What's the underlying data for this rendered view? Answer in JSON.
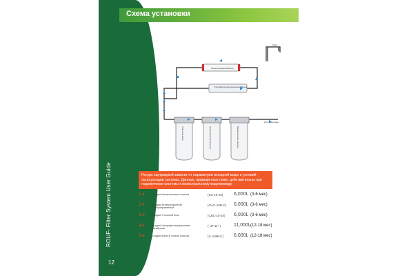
{
  "header": {
    "title": "Схема установки"
  },
  "sidebar": {
    "vertical_title": "ROUF- Filter System User Guide",
    "page_number": "12"
  },
  "diagram": {
    "labels": {
      "faucet": "Кран",
      "post_filter": "Фильтр-минерализатор",
      "membrane": "Ультрафильтрационная мембрана",
      "filter1": "Угольный блок",
      "filter2": "Гранулированный уголь",
      "filter3": "Механическая очистка",
      "source": "Исходная вода"
    }
  },
  "notice": {
    "text": "Ресурс картриджей зависит от параметров исходной воды и условий эксплуатации системы. Данные, приведенные ниже, действительны при подключении системы к магистральному водопроводу."
  },
  "stages": [
    {
      "num": "1-я",
      "desc": "стадия Механическая очистка",
      "code": "(SC-10-10)",
      "capacity": "6,000L",
      "period": "(3-6 мес)"
    },
    {
      "num": "2-я",
      "desc": "стадия Активированный гранулированный",
      "code": "(GAC-10R-C)",
      "capacity": "6,000L",
      "period": "(3-6 мес)"
    },
    {
      "num": "3-я",
      "desc": "стадия Угольный блок",
      "code": "(CBC-10-10)",
      "capacity": "6,000L",
      "period": "(3-6 мес)"
    },
    {
      "num": "4-я",
      "desc": "стадия Ультрафильтрационная мембрана",
      "code": "( UF 11\" )",
      "capacity": "11,000L",
      "period": "(12-18 мес)"
    },
    {
      "num": "5-я",
      "desc": "стадия Фильтр тонкой очистки",
      "code": "(IL-10MI-C)",
      "capacity": "6,000L",
      "period": "(12-18 мес)"
    }
  ],
  "colors": {
    "sidebar": "#1a6b3a",
    "header_band": "#8cc63f",
    "notice": "#f15a29",
    "stage_num": "#e94e1b",
    "arrow": "#2e8fd6"
  }
}
